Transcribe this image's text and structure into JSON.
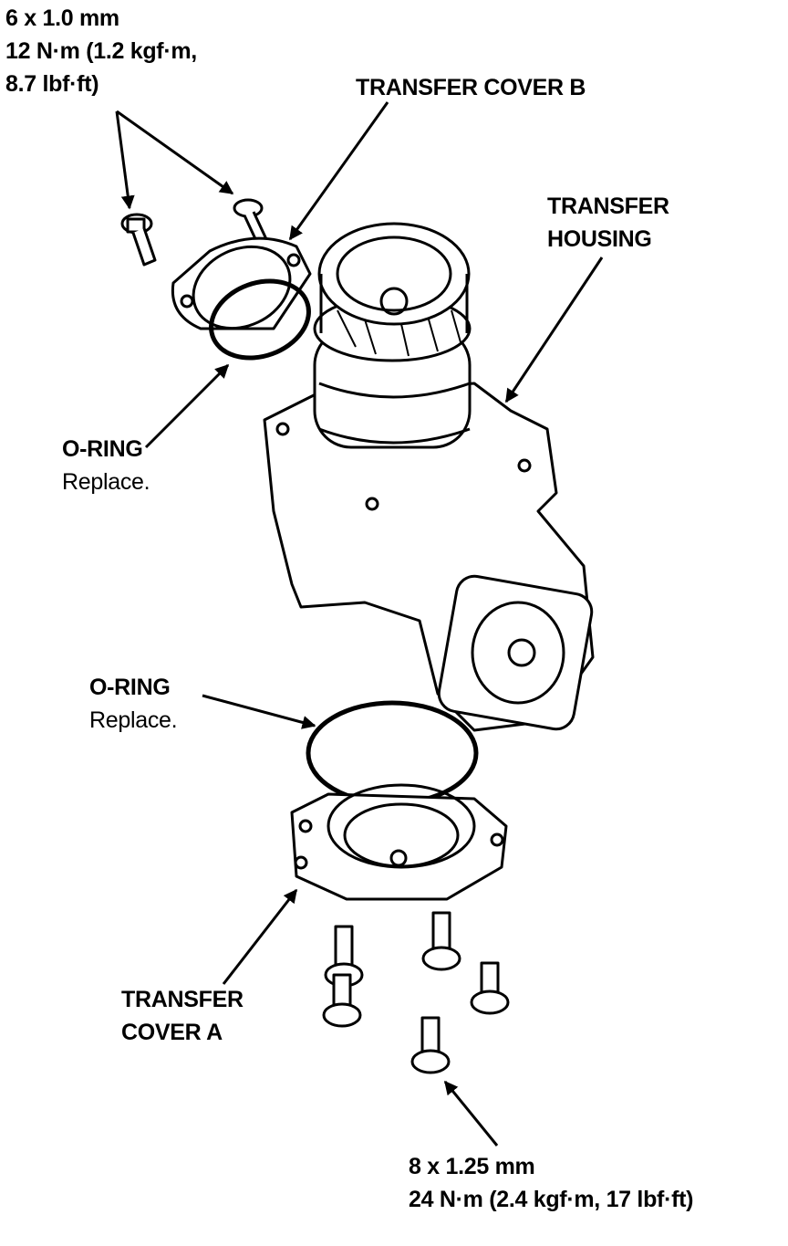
{
  "labels": {
    "bolt_small": {
      "size": "6 x 1.0 mm",
      "torque_line1": "12 N·m (1.2 kgf·m,",
      "torque_line2": "8.7 lbf·ft)"
    },
    "transfer_cover_b": "TRANSFER COVER B",
    "transfer_housing": {
      "line1": "TRANSFER",
      "line2": "HOUSING"
    },
    "o_ring_upper": {
      "name": "O-RING",
      "note": "Replace."
    },
    "o_ring_lower": {
      "name": "O-RING",
      "note": "Replace."
    },
    "transfer_cover_a": {
      "line1": "TRANSFER",
      "line2": "COVER A"
    },
    "bolt_large": {
      "size": "8 x 1.25 mm",
      "torque": "24 N·m (2.4 kgf·m, 17 lbf·ft)"
    }
  },
  "colors": {
    "ink": "#000000",
    "paper": "#ffffff"
  }
}
